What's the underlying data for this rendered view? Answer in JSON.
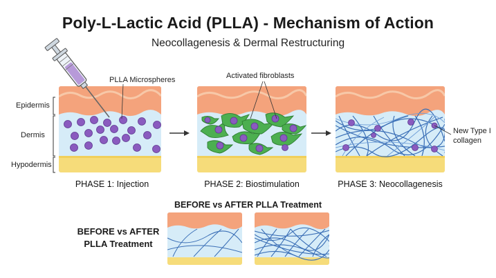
{
  "title": "Poly-L-Lactic Acid (PLLA) - Mechanism of Action",
  "subtitle": "Neocollagenesis & Dermal Restructuring",
  "layers": {
    "epidermis": "Epidermis",
    "dermis": "Dermis",
    "hypodermis": "Hypodermis"
  },
  "callouts": {
    "microspheres": "PLLA Microspheres",
    "fibroblasts": "Activated fibroblasts",
    "collagen_line1": "New Type I",
    "collagen_line2": "collagen"
  },
  "phases": [
    {
      "label": "PHASE 1: Injection"
    },
    {
      "label": "PHASE 2: Biostimulation"
    },
    {
      "label": "PHASE 3: Neocollagenesis"
    }
  ],
  "comparison": {
    "heading": "BEFORE vs AFTER PLLA Treatment",
    "side_line1": "BEFORE vs AFTER",
    "side_line2": "PLLA Treatment"
  },
  "colors": {
    "epidermis": "#f4a37c",
    "dermis": "#d6ecf8",
    "hypodermis": "#f6dc7a",
    "microsphere": "#8a5bbf",
    "fibroblast": "#4caf50",
    "collagen": "#3b6fb6"
  },
  "icons": [
    "syringe-icon",
    "arrow-right-icon"
  ]
}
